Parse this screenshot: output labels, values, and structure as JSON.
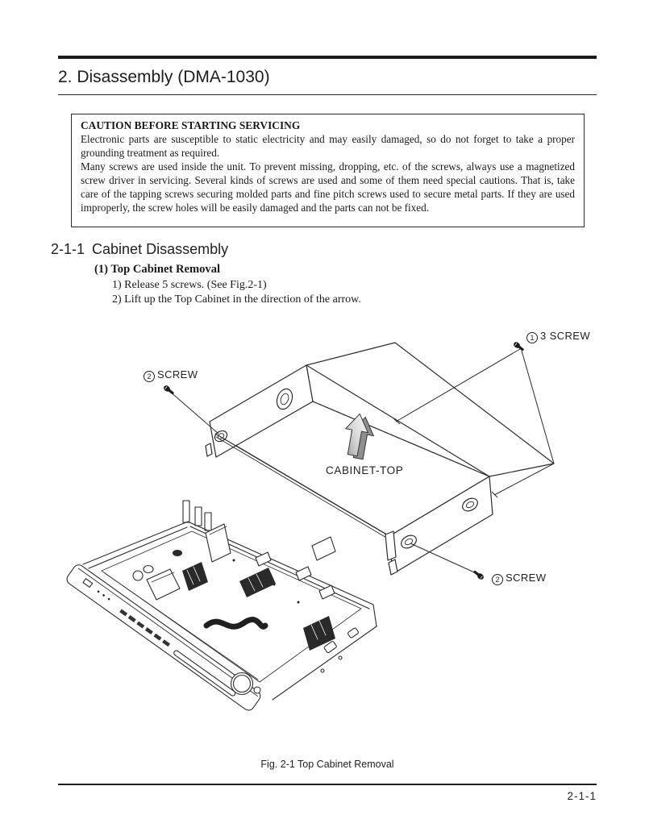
{
  "page": {
    "title": "2. Disassembly (DMA-1030)",
    "page_number": "2-1-1",
    "figure_caption": "Fig. 2-1 Top Cabinet Removal"
  },
  "caution": {
    "heading": "CAUTION BEFORE STARTING SERVICING",
    "paragraph1": "Electronic parts are susceptible to static electricity and may easily damaged, so do not forget to take a proper grounding treatment as required.",
    "paragraph2": "Many screws are used inside the unit. To prevent missing, dropping, etc. of the screws, always use a magnetized screw driver in servicing. Several kinds of screws are used and some of them need special cautions. That is, take care of the tapping screws securing molded parts and fine pitch screws used to secure metal parts. If they are used improperly, the screw holes will be easily damaged and the parts can not be fixed."
  },
  "section": {
    "number": "2-1-1",
    "title": "Cabinet Disassembly",
    "subsection": "(1) Top Cabinet Removal",
    "steps": [
      "1) Release 5 screws. (See Fig.2-1)",
      "2) Lift up the Top Cabinet in the direction of the arrow."
    ]
  },
  "figure": {
    "part_label": "CABINET-TOP",
    "callouts": [
      {
        "number": "1",
        "text": "3 SCREW"
      },
      {
        "number": "2",
        "text": "SCREW"
      },
      {
        "number": "2",
        "text": "SCREW"
      }
    ]
  },
  "colors": {
    "line": "#2b2b2b",
    "text": "#1a1a1a",
    "background": "#ffffff"
  }
}
